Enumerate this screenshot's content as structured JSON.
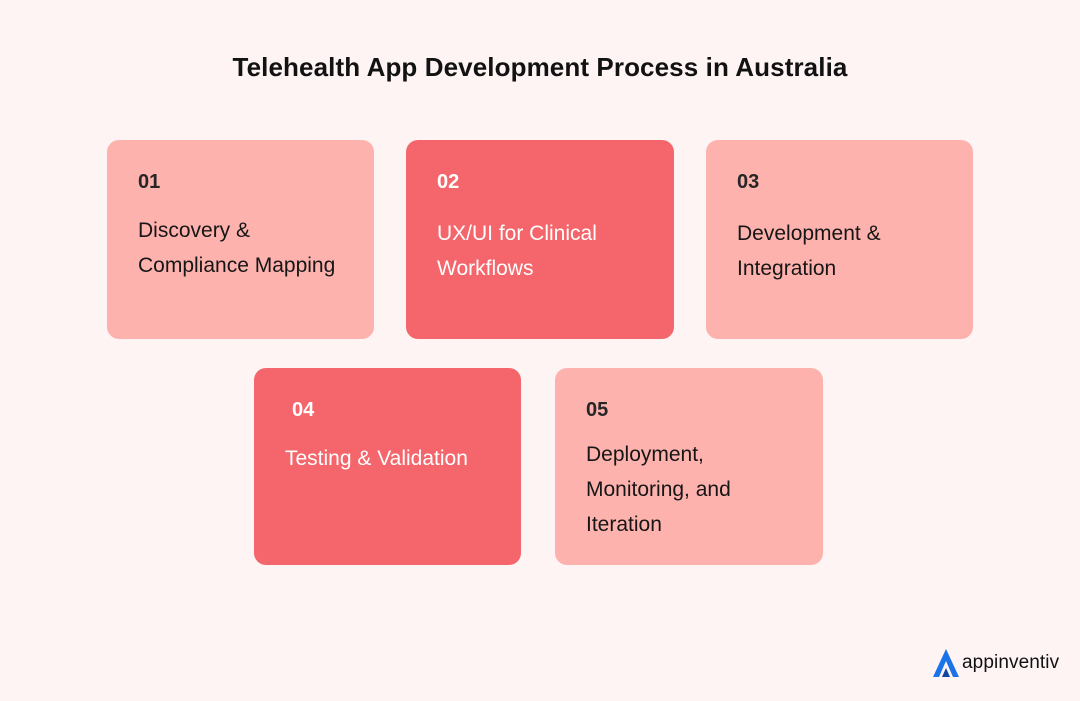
{
  "title": "Telehealth App Development Process in Australia",
  "colors": {
    "background": "#fef4f4",
    "card_light": "#feb2ae",
    "card_dark": "#f4666b",
    "logo_blue": "#1a73e8"
  },
  "steps": [
    {
      "number": "01",
      "label": "Discovery &\nCompliance Mapping",
      "style": "light"
    },
    {
      "number": "02",
      "label": "UX/UI for Clinical\nWorkflows",
      "style": "dark"
    },
    {
      "number": "03",
      "label": "Development &\nIntegration",
      "style": "light"
    },
    {
      "number": "04",
      "label": "Testing & Validation",
      "style": "dark"
    },
    {
      "number": "05",
      "label": "Deployment,\nMonitoring, and\nIteration",
      "style": "light"
    }
  ],
  "brand": {
    "name": "appinventiv",
    "icon": "appinventiv-logo-icon"
  }
}
